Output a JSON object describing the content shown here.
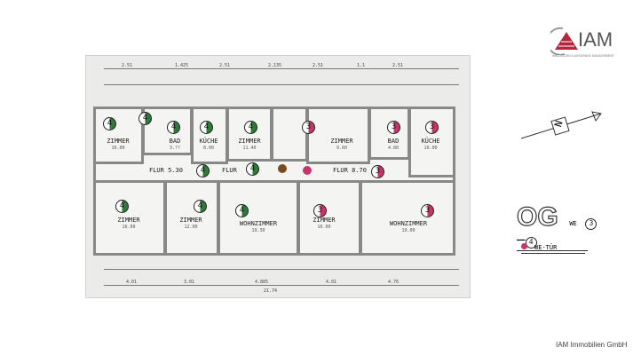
{
  "logo": {
    "name": "IAM",
    "tagline": "IMMOBILIEN & ASSURANZ MANAGEMENT",
    "color": "#b5283c"
  },
  "footer": {
    "company": "IAM Immobilien GmbH"
  },
  "legend": {
    "floor": "OG",
    "units_label": "WE",
    "unit_a": "3",
    "unit_b": "4",
    "door_label": "WE-TÜR",
    "door_color": "#c8356b"
  },
  "compass": {
    "label": "N"
  },
  "unit_colors": {
    "3": "#c8356b",
    "4": "#2f7a3a"
  },
  "rooms": [
    {
      "name": "ZIMMER",
      "area": "16.00",
      "unit": "4"
    },
    {
      "name": "BAD",
      "area": "3.??",
      "unit": "4"
    },
    {
      "name": "KÜCHE",
      "area": "8.00",
      "unit": "4"
    },
    {
      "name": "ZIMMER",
      "area": "11.40",
      "unit": "4"
    },
    {
      "name": "ZIMMER",
      "area": "9.60",
      "unit": "3"
    },
    {
      "name": "BAD",
      "area": "4.80",
      "unit": "3"
    },
    {
      "name": "KÜCHE",
      "area": "10.00",
      "unit": "3"
    },
    {
      "name": "FLUR",
      "area": "5.30",
      "unit": "4"
    },
    {
      "name": "FLUR",
      "area": "",
      "unit": "4"
    },
    {
      "name": "FLUR",
      "area": "8.70",
      "unit": "3"
    },
    {
      "name": "ZIMMER",
      "area": "16.00",
      "unit": "4"
    },
    {
      "name": "ZIMMER",
      "area": "12.00",
      "unit": "4"
    },
    {
      "name": "WOHNZIMMER",
      "area": "19.30",
      "unit": "4"
    },
    {
      "name": "ZIMMER",
      "area": "16.00",
      "unit": "3"
    },
    {
      "name": "WOHNZIMMER",
      "area": "19.00",
      "unit": "3"
    }
  ],
  "dimensions": {
    "top": [
      "2.51",
      "1.425",
      "2.51",
      "2.135",
      "2.51",
      "1.1",
      "2.51"
    ],
    "bottom": [
      "4.01",
      "3.01",
      "4.885",
      "4.01",
      "4.76"
    ],
    "total": "21.74"
  }
}
